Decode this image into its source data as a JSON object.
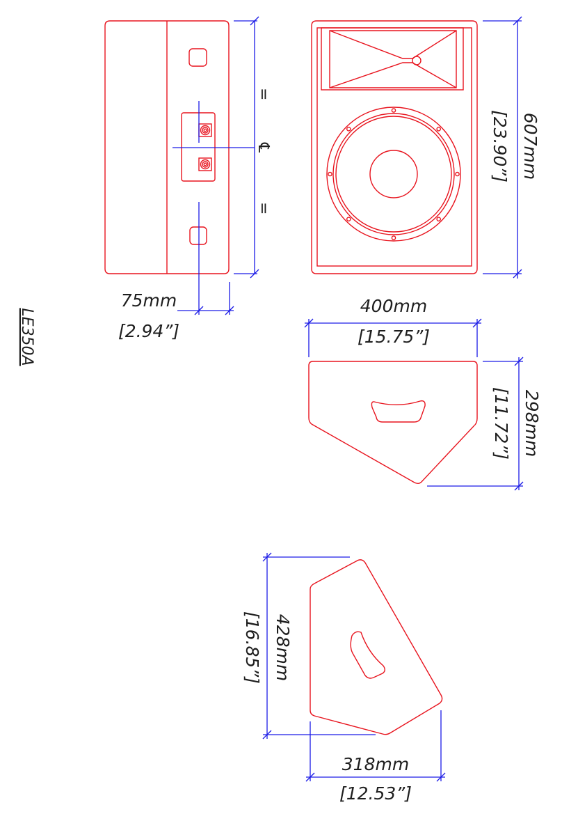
{
  "model": "LE350A",
  "colors": {
    "outline": "#e8141e",
    "dimension": "#1a1ae6",
    "text": "#1e1e1e"
  },
  "marks": {
    "equal_top": "=",
    "equal_bottom": "=",
    "centerline": "℄"
  },
  "dimensions": {
    "side_depth": {
      "mm": "75mm",
      "inch": "[2.94”]"
    },
    "front_height": {
      "mm": "607mm",
      "inch": "[23.90”]"
    },
    "top_width": {
      "mm": "400mm",
      "inch": "[15.75”]"
    },
    "top_depth": {
      "mm": "298mm",
      "inch": "[11.72”]"
    },
    "angled_height": {
      "mm": "428mm",
      "inch": "[16.85”]"
    },
    "angled_width": {
      "mm": "318mm",
      "inch": "[12.53”]"
    }
  }
}
